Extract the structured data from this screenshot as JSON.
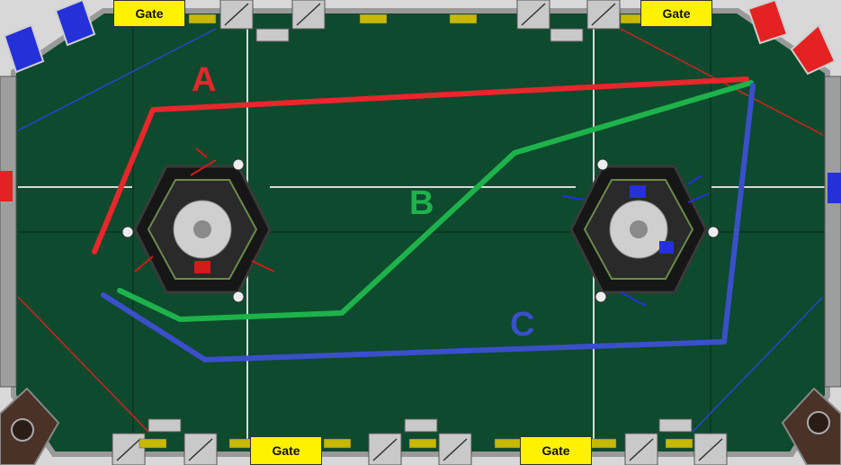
{
  "gate_label": "Gate",
  "paths": {
    "a": {
      "label": "A",
      "color": "#e8262b"
    },
    "b": {
      "label": "B",
      "color": "#1eb24b"
    },
    "c": {
      "label": "C",
      "color": "#3a4fc9"
    }
  },
  "colors": {
    "field": "#0d4a2e",
    "red_alliance": "#e52222",
    "blue_alliance": "#2430d8",
    "gate": "#fff200",
    "wall": "#b8b8b8"
  }
}
